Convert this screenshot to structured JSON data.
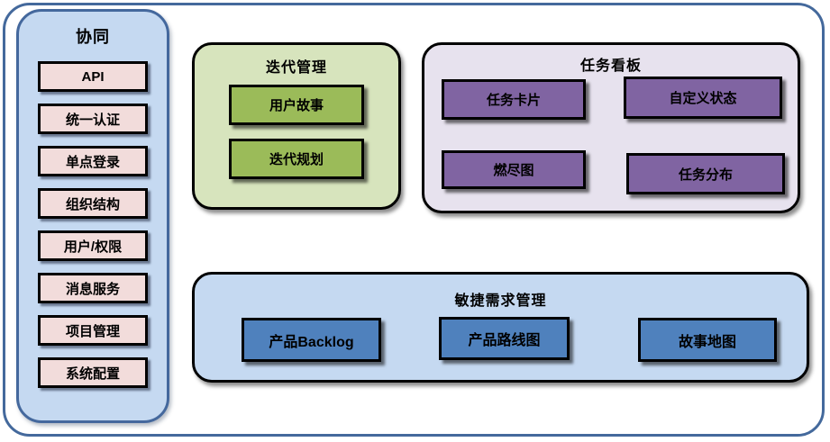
{
  "sidebar": {
    "title": "协同",
    "items": [
      "API",
      "统一认证",
      "单点登录",
      "组织结构",
      "用户/权限",
      "消息服务",
      "项目管理",
      "系统配置"
    ]
  },
  "panels": {
    "iteration": {
      "title": "迭代管理",
      "items": [
        "用户故事",
        "迭代规划"
      ]
    },
    "kanban": {
      "title": "任务看板",
      "items": [
        "任务卡片",
        "自定义状态",
        "燃尽图",
        "任务分布"
      ]
    },
    "requirements": {
      "title": "敏捷需求管理",
      "items": [
        "产品Backlog",
        "产品路线图",
        "故事地图"
      ]
    }
  },
  "colors": {
    "outer_border": "#44699c",
    "sidebar_bg": "#c5d9f1",
    "sidebar_border": "#44689d",
    "sidebar_item_bg": "#f2dcdb",
    "green_panel_bg": "#d7e4bd",
    "green_item_bg": "#9bbb59",
    "purple_panel_bg": "#e7e2ee",
    "purple_item_bg": "#8064a2",
    "blue_panel_bg": "#c5d9f1",
    "blue_item_bg": "#4f81bd",
    "item_border": "#000000",
    "text_color": "#000000"
  }
}
